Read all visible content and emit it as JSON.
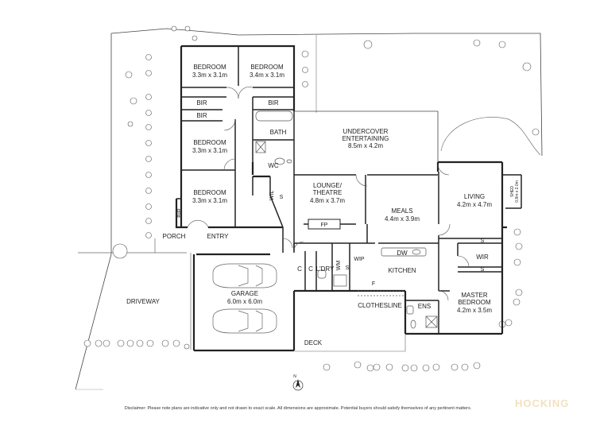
{
  "rooms": {
    "bedroom1": {
      "name": "BEDROOM",
      "dims": "3.3m x 3.1m"
    },
    "bedroom2": {
      "name": "BEDROOM",
      "dims": "3.4m x 3.1m"
    },
    "bedroom3": {
      "name": "BEDROOM",
      "dims": "3.3m x 3.1m"
    },
    "bedroom4": {
      "name": "BEDROOM",
      "dims": "3.3m x 3.1m"
    },
    "bir1": "BIR",
    "bir2": "BIR",
    "bir3": "BIR",
    "bir4": "BIR",
    "bath": "BATH",
    "wc": "WC",
    "undercover": {
      "line1": "UNDERCOVER",
      "line2": "ENTERTAINING",
      "dims": "8.5m x 4.2m"
    },
    "lounge": {
      "line1": "LOUNGE/",
      "line2": "THEATRE",
      "dims": "4.8m x 3.7m"
    },
    "fp": "FP",
    "meals": {
      "name": "MEALS",
      "dims": "4.4m x 3.9m"
    },
    "living": {
      "name": "LIVING",
      "dims": "4.2m x 4.7m"
    },
    "shed": {
      "name": "SHED",
      "dims": "0.8m x 2.0m"
    },
    "wil": "WIL",
    "s_wil": "S",
    "porch": "PORCH",
    "entry": "ENTRY",
    "garage": {
      "name": "GARAGE",
      "dims": "6.0m x 6.0m"
    },
    "driveway": "DRIVEWAY",
    "c1": "C",
    "c2": "C",
    "ldry": "L'DRY",
    "wm": "WM",
    "s_ldry": "S",
    "wip": "WIP",
    "dw": "DW",
    "kitchen": "KITCHEN",
    "f": "F",
    "clothesline": "CLOTHESLINE",
    "ens": "ENS",
    "master": {
      "line1": "MASTER",
      "line2": "BEDROOM",
      "dims": "4.2m x 3.5m"
    },
    "wir": "WIR",
    "s_wir1": "S",
    "s_wir2": "S",
    "deck": "DECK"
  },
  "compass": "N",
  "disclaimer": "Disclaimer: Please note plans are indicative only and not drawn to exact scale. All dimensions are approximate. Potential buyers should satisfy themselves of any pertinent matters.",
  "watermark": "HOCKING"
}
